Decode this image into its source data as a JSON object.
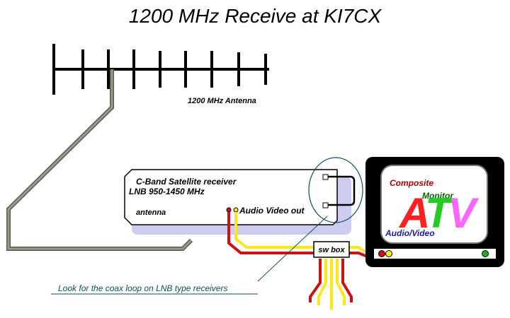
{
  "title": "1200 MHz Receive at KI7CX",
  "antenna": {
    "label": "1200 MHz Antenna"
  },
  "receiver": {
    "label_line1": "C-Band Satellite receiver",
    "label_line2": "LNB 950-1450 MHz",
    "antenna_label": "antenna",
    "av_out_label": "Audio Video out"
  },
  "switch_box": {
    "label": "sw box"
  },
  "monitor": {
    "composite_label": "Composite",
    "monitor_label": "Monitor",
    "atv_letters": [
      "A",
      "T",
      "V"
    ],
    "av_label": "Audio/Video"
  },
  "note": "Look for the coax loop on LNB type receivers",
  "colors": {
    "coax": "#8c8c7e",
    "cable_red": "#cc1111",
    "cable_yellow": "#ffe81a",
    "composite_text": "#aa0000",
    "monitor_text": "#006600",
    "av_text": "#1a1a99",
    "note_text": "#0b4f5c",
    "atv_a": "#ff2222",
    "atv_t": "#22cc22",
    "atv_v": "#ff66ff"
  }
}
